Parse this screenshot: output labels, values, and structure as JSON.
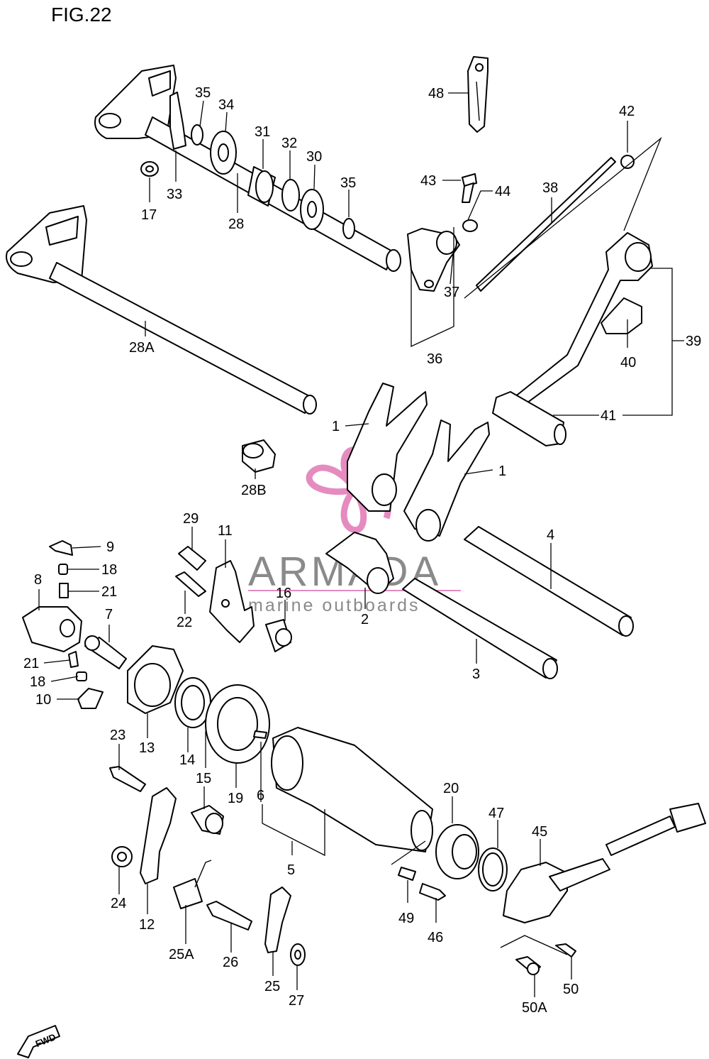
{
  "figure": {
    "title": "FIG.22"
  },
  "watermark": {
    "brand": "ARMADA",
    "tagline": "marine outboards",
    "logo_color": "#e58bbf",
    "text_color": "#8a8a8a"
  },
  "direction_badge": {
    "text": "FWD"
  },
  "callouts": {
    "p1a": "1",
    "p1b": "1",
    "p2": "2",
    "p3": "3",
    "p4": "4",
    "p5": "5",
    "p6": "6",
    "p7": "7",
    "p8": "8",
    "p9": "9",
    "p10": "10",
    "p11": "11",
    "p12": "12",
    "p13": "13",
    "p14": "14",
    "p15": "15",
    "p16": "16",
    "p17": "17",
    "p18a": "18",
    "p18b": "18",
    "p19": "19",
    "p20": "20",
    "p21a": "21",
    "p21b": "21",
    "p22": "22",
    "p23": "23",
    "p24": "24",
    "p25": "25",
    "p25A": "25A",
    "p26": "26",
    "p27": "27",
    "p28": "28",
    "p28A": "28A",
    "p28B": "28B",
    "p29": "29",
    "p30": "30",
    "p31": "31",
    "p32": "32",
    "p33": "33",
    "p34": "34",
    "p35a": "35",
    "p35b": "35",
    "p36": "36",
    "p37": "37",
    "p38": "38",
    "p39": "39",
    "p40": "40",
    "p41": "41",
    "p42": "42",
    "p43": "43",
    "p44": "44",
    "p45": "45",
    "p46": "46",
    "p47": "47",
    "p48": "48",
    "p49": "49",
    "p50": "50",
    "p50A": "50A"
  }
}
